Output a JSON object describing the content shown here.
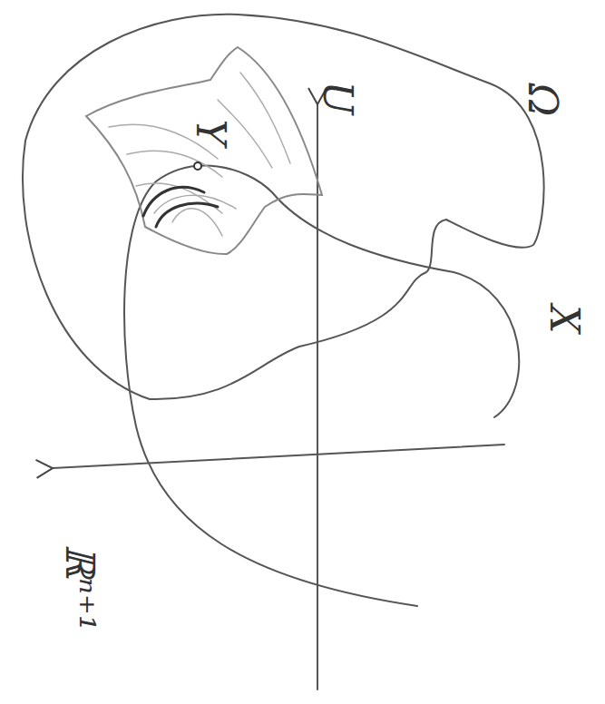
{
  "diagram": {
    "labels": [
      "Ω",
      "U",
      "Y",
      "X",
      "ℝⁿ⁺¹"
    ]
  }
}
